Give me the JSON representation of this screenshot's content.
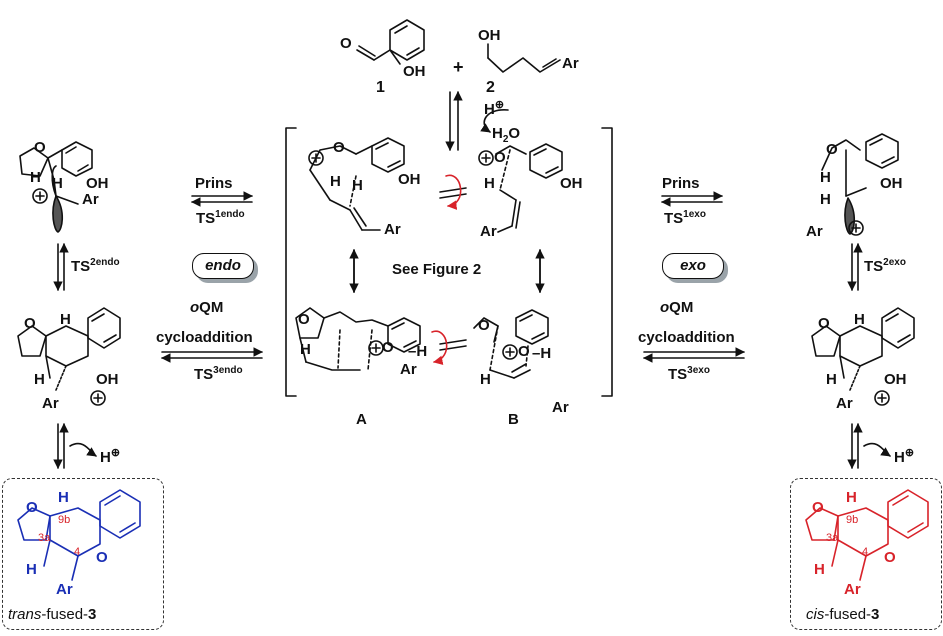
{
  "reagents": {
    "compound1": "1",
    "compound2": "2",
    "plus": "+",
    "ar": "Ar",
    "oh": "OH",
    "h_plus": "H",
    "h2o": "H2O"
  },
  "endo": {
    "prins": "Prins",
    "ts1_base": "TS",
    "ts1_sup": "1endo",
    "ts2_base": "TS",
    "ts2_sup": "2endo",
    "ts3_base": "TS",
    "ts3_sup": "3endo",
    "pill": "endo",
    "oqm_o": "o",
    "oqm_rest": "QM",
    "cycloaddition": "cycloaddition"
  },
  "exo": {
    "prins": "Prins",
    "ts1_base": "TS",
    "ts1_sup": "1exo",
    "ts2_base": "TS",
    "ts2_sup": "2exo",
    "ts3_base": "TS",
    "ts3_sup": "3exo",
    "pill": "exo",
    "oqm_o": "o",
    "oqm_rest": "QM",
    "cycloaddition": "cycloaddition"
  },
  "center": {
    "see_figure": "See Figure 2",
    "label_a": "A",
    "label_b": "B"
  },
  "products": {
    "trans_prefix": "trans",
    "trans_suffix": "-fused-",
    "trans_num": "3",
    "cis_prefix": "cis",
    "cis_suffix": "-fused-",
    "cis_num": "3",
    "pos_9b": "9b",
    "pos_3a": "3a",
    "pos_4": "4"
  },
  "colors": {
    "trans_product": "#1a2fb5",
    "cis_product": "#d8232a",
    "rotation_arrow": "#d8232a",
    "pill_shadow": "#9aa3a9"
  }
}
